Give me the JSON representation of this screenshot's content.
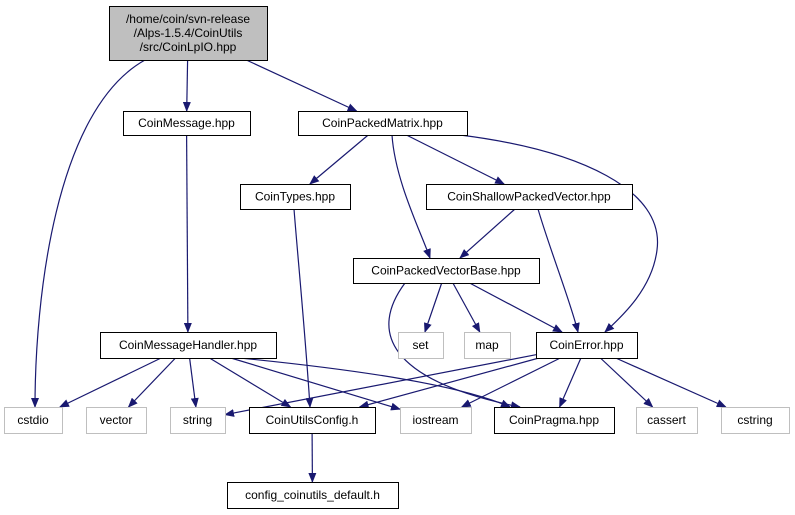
{
  "colors": {
    "edge": "#191970",
    "root_fill": "#bfbfbf",
    "node_stroke": "#000000",
    "external_stroke": "#bfbfbf",
    "text": "#000000",
    "background": "#ffffff"
  },
  "nodes": [
    {
      "id": "root",
      "lines": [
        "/home/coin/svn-release",
        "/Alps-1.5.4/CoinUtils",
        "/src/CoinLpIO.hpp"
      ],
      "style": "root"
    },
    {
      "id": "coinmessage",
      "lines": [
        "CoinMessage.hpp"
      ],
      "style": "normal"
    },
    {
      "id": "coinpackedmatrix",
      "lines": [
        "CoinPackedMatrix.hpp"
      ],
      "style": "normal"
    },
    {
      "id": "cointypes",
      "lines": [
        "CoinTypes.hpp"
      ],
      "style": "normal"
    },
    {
      "id": "coinshallow",
      "lines": [
        "CoinShallowPackedVector.hpp"
      ],
      "style": "normal"
    },
    {
      "id": "coinpvb",
      "lines": [
        "CoinPackedVectorBase.hpp"
      ],
      "style": "normal"
    },
    {
      "id": "coinmsghandler",
      "lines": [
        "CoinMessageHandler.hpp"
      ],
      "style": "normal"
    },
    {
      "id": "set",
      "lines": [
        "set"
      ],
      "style": "external"
    },
    {
      "id": "map",
      "lines": [
        "map"
      ],
      "style": "external"
    },
    {
      "id": "coinerror",
      "lines": [
        "CoinError.hpp"
      ],
      "style": "normal"
    },
    {
      "id": "cstdio",
      "lines": [
        "cstdio"
      ],
      "style": "external"
    },
    {
      "id": "vector",
      "lines": [
        "vector"
      ],
      "style": "external"
    },
    {
      "id": "string",
      "lines": [
        "string"
      ],
      "style": "external"
    },
    {
      "id": "coinutilsconfig",
      "lines": [
        "CoinUtilsConfig.h"
      ],
      "style": "normal"
    },
    {
      "id": "iostream",
      "lines": [
        "iostream"
      ],
      "style": "external"
    },
    {
      "id": "coinpragma",
      "lines": [
        "CoinPragma.hpp"
      ],
      "style": "normal"
    },
    {
      "id": "cassert",
      "lines": [
        "cassert"
      ],
      "style": "external"
    },
    {
      "id": "cstring",
      "lines": [
        "cstring"
      ],
      "style": "external"
    },
    {
      "id": "configdefault",
      "lines": [
        "config_coinutils_default.h"
      ],
      "style": "normal"
    }
  ],
  "edges": [
    {
      "from": "root",
      "to": "coinmessage"
    },
    {
      "from": "root",
      "to": "coinpackedmatrix"
    },
    {
      "from": "root",
      "to": "cstdio"
    },
    {
      "from": "coinmessage",
      "to": "coinmsghandler"
    },
    {
      "from": "coinpackedmatrix",
      "to": "cointypes"
    },
    {
      "from": "coinpackedmatrix",
      "to": "coinshallow"
    },
    {
      "from": "coinpackedmatrix",
      "to": "coinpvb"
    },
    {
      "from": "coinpackedmatrix",
      "to": "coinerror"
    },
    {
      "from": "cointypes",
      "to": "coinutilsconfig"
    },
    {
      "from": "coinshallow",
      "to": "coinpvb"
    },
    {
      "from": "coinshallow",
      "to": "coinerror"
    },
    {
      "from": "coinpvb",
      "to": "set"
    },
    {
      "from": "coinpvb",
      "to": "map"
    },
    {
      "from": "coinpvb",
      "to": "coinerror"
    },
    {
      "from": "coinpvb",
      "to": "coinpragma"
    },
    {
      "from": "coinmsghandler",
      "to": "cstdio"
    },
    {
      "from": "coinmsghandler",
      "to": "vector"
    },
    {
      "from": "coinmsghandler",
      "to": "string"
    },
    {
      "from": "coinmsghandler",
      "to": "coinutilsconfig"
    },
    {
      "from": "coinmsghandler",
      "to": "iostream"
    },
    {
      "from": "coinmsghandler",
      "to": "coinpragma"
    },
    {
      "from": "coinerror",
      "to": "string"
    },
    {
      "from": "coinerror",
      "to": "coinutilsconfig"
    },
    {
      "from": "coinerror",
      "to": "iostream"
    },
    {
      "from": "coinerror",
      "to": "coinpragma"
    },
    {
      "from": "coinerror",
      "to": "cassert"
    },
    {
      "from": "coinerror",
      "to": "cstring"
    },
    {
      "from": "coinutilsconfig",
      "to": "configdefault"
    }
  ]
}
